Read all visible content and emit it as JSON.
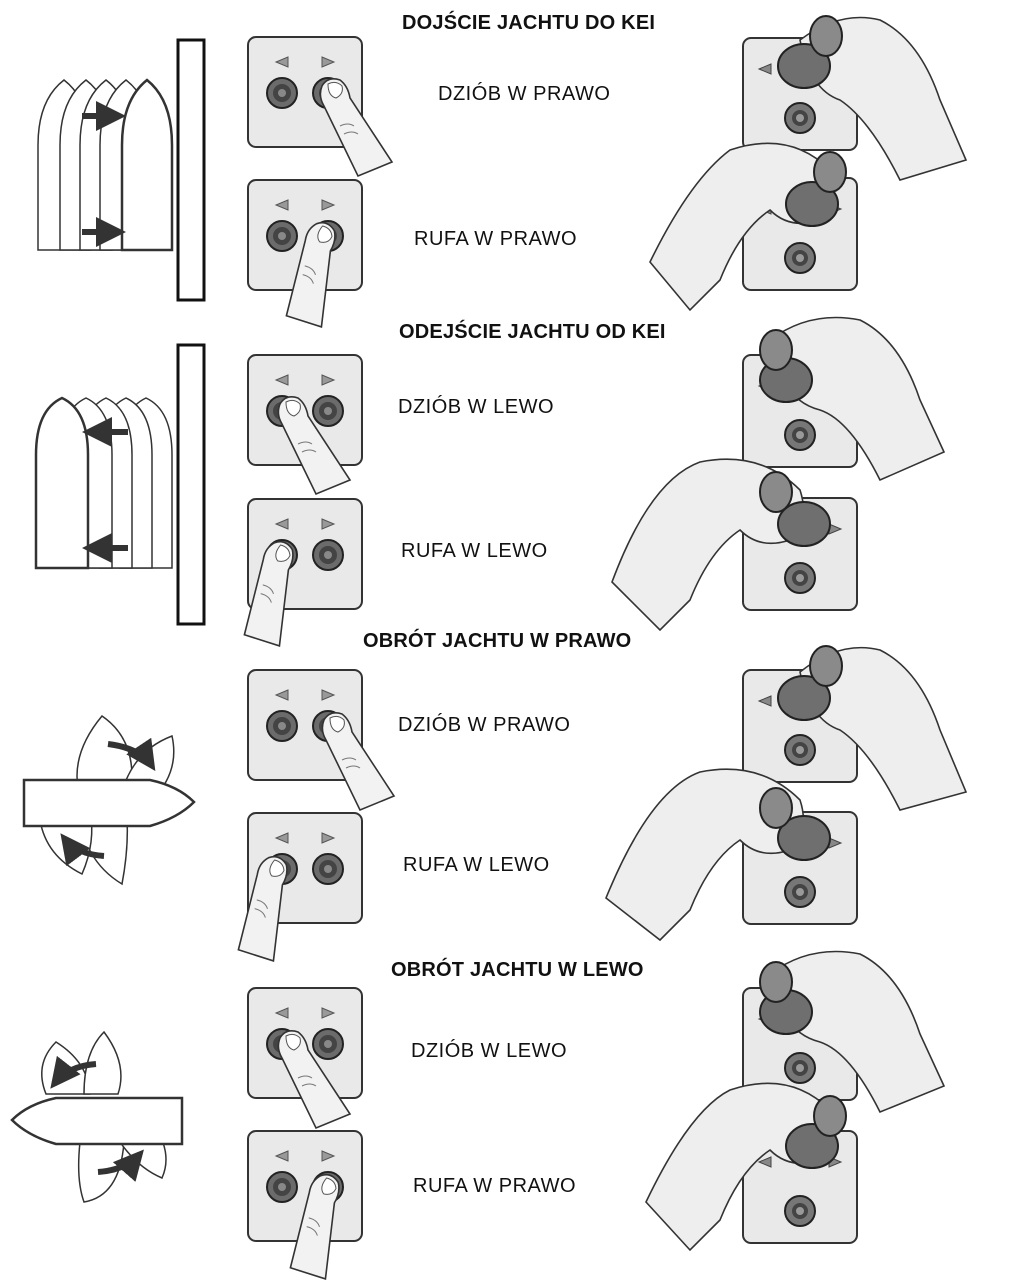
{
  "sections": [
    {
      "heading": "DOJŚCIE JACHTU DO KEI",
      "rows": [
        {
          "label": "DZIÓB W PRAWO",
          "press": "right",
          "joy": "left"
        },
        {
          "label": "RUFA W PRAWO",
          "press": "right",
          "joy": "right"
        }
      ]
    },
    {
      "heading": "ODEJŚCIE JACHTU OD KEI",
      "rows": [
        {
          "label": "DZIÓB W LEWO",
          "press": "left",
          "joy": "left"
        },
        {
          "label": "RUFA W LEWO",
          "press": "left",
          "joy": "right"
        }
      ]
    },
    {
      "heading": "OBRÓT JACHTU W PRAWO",
      "rows": [
        {
          "label": "DZIÓB W PRAWO",
          "press": "right",
          "joy": "left"
        },
        {
          "label": "RUFA W LEWO",
          "press": "left",
          "joy": "right"
        }
      ]
    },
    {
      "heading": "OBRÓT JACHTU W LEWO",
      "rows": [
        {
          "label": "DZIÓB W LEWO",
          "press": "left",
          "joy": "left"
        },
        {
          "label": "RUFA W PRAWO",
          "press": "right",
          "joy": "right"
        }
      ]
    }
  ],
  "colors": {
    "panel": "#e9e9e9",
    "knob": "#8a8a8a",
    "hand": "#eeeeee",
    "arrow": "#333333"
  }
}
